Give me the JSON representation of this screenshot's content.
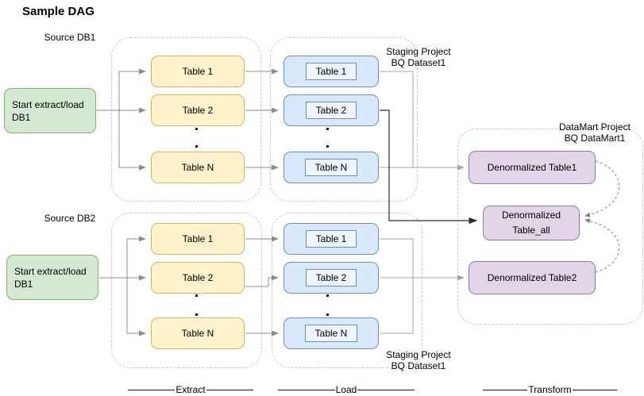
{
  "title": "Sample DAG",
  "pipeline1": {
    "source_label": "Source DB1",
    "start_label": "Start extract/load DB1",
    "extract_tables": [
      "Table 1",
      "Table 2",
      "Table N"
    ],
    "load_tables": [
      "Table 1",
      "Table 2",
      "Table N"
    ],
    "staging_line1": "Staging Project",
    "staging_line2": "BQ Dataset1"
  },
  "pipeline2": {
    "source_label": "Source DB2",
    "start_label": "Start extract/load DB1",
    "extract_tables": [
      "Table 1",
      "Table 2",
      "Table N"
    ],
    "load_tables": [
      "Table 1",
      "Table 2",
      "Table N"
    ],
    "staging_line1": "Staging Project",
    "staging_line2": "BQ Dataset1"
  },
  "datamart": {
    "label_line1": "DataMart Project",
    "label_line2": "BQ DataMart1",
    "table1": "Denormalized Table1",
    "table_all_line1": "Denormalized",
    "table_all_line2": "Table_all",
    "table2": "Denormalized Table2"
  },
  "phases": {
    "extract": "Extract",
    "load": "Load",
    "transform": "Transform"
  },
  "colors": {
    "green_fill": "#d5e8d4",
    "green_border": "#82b366",
    "yellow_fill": "#fff2cc",
    "yellow_border": "#d6b656",
    "blue_fill": "#dae8fc",
    "blue_border": "#6c8ebf",
    "purple_fill": "#e1d5e7",
    "purple_border": "#9673a6",
    "container_dash": "#c8c8c8",
    "connector_gray": "#8c8c8c",
    "connector_dark": "#2d2d2d"
  }
}
